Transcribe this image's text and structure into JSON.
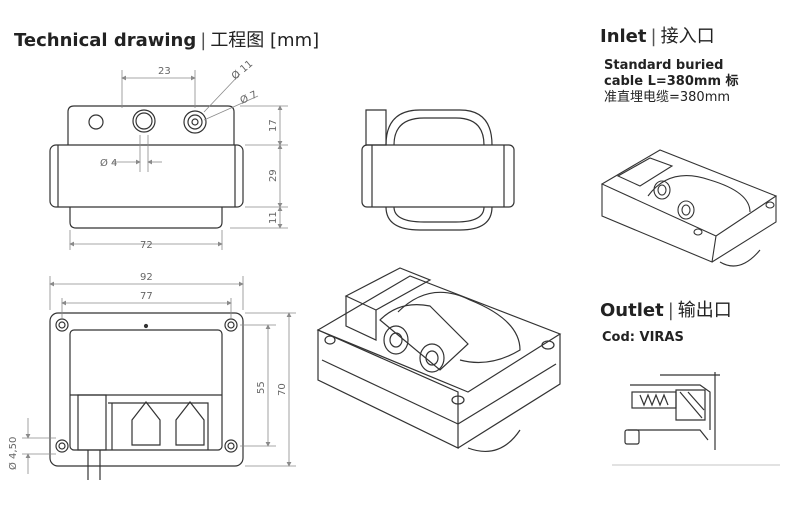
{
  "technical": {
    "title": "Technical drawing",
    "separator": "|",
    "subtitle": "工程图 [mm]"
  },
  "inlet": {
    "title": "Inlet",
    "separator": "|",
    "subtitle": "接入口",
    "note_line1": "Standard buried",
    "note_line2": "cable L=380mm 标",
    "note_line3": "准直埋电缆=380mm"
  },
  "outlet": {
    "title": "Outlet",
    "separator": "|",
    "subtitle": "输出口",
    "code": "Cod: VIRAS"
  },
  "dimensions": {
    "d23": "23",
    "d11": "Ø 11",
    "d7": "Ø 7",
    "d17": "17",
    "d29": "29",
    "d11b": "11",
    "d4": "Ø 4",
    "d72": "72",
    "d92": "92",
    "d77": "77",
    "d55": "55",
    "d70": "70",
    "d450": "Ø 4,50"
  },
  "colors": {
    "line": "#333333",
    "dim": "#8a8a8a",
    "text": "#222222"
  }
}
